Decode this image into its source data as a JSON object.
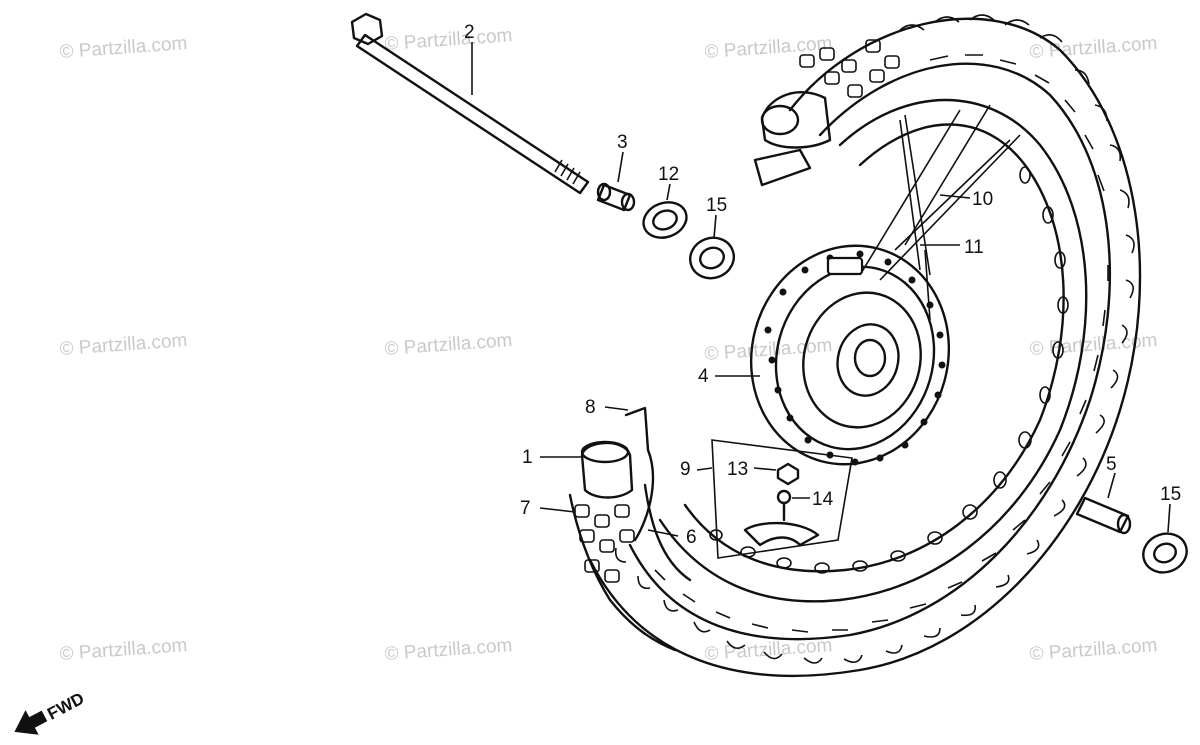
{
  "watermark_text": "© Partzilla.com",
  "fwd_label": "FWD",
  "part_labels": {
    "p1": "1",
    "p2": "2",
    "p3": "3",
    "p4": "4",
    "p5": "5",
    "p6": "6",
    "p7": "7",
    "p8": "8",
    "p9": "9",
    "p10": "10",
    "p11": "11",
    "p12": "12",
    "p13": "13",
    "p14": "14",
    "p15a": "15",
    "p15b": "15"
  },
  "colors": {
    "ink": "#111111",
    "watermark": "#c9c9c9",
    "background": "#ffffff"
  }
}
